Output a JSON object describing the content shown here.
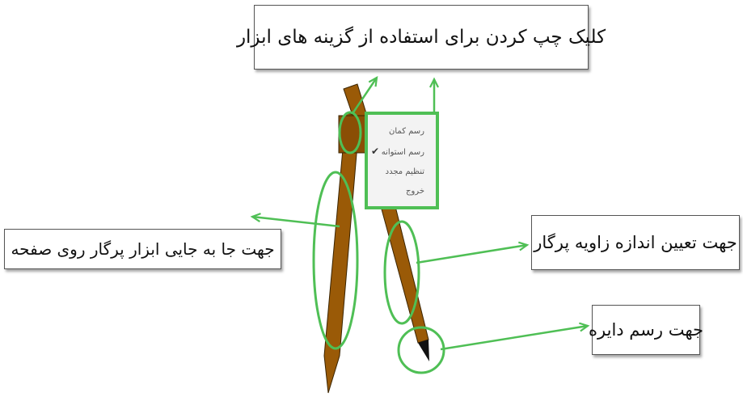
{
  "callouts": {
    "top": "کلیک چپ کردن برای  استفاده از گزینه های ابزار",
    "left": "جهت جا به جایی ابزار پرگار روی صفحه",
    "right": "جهت تعیین اندازه زاویه  پرگار",
    "bottom": "جهت رسم دایره"
  },
  "context_menu": {
    "items": [
      "رسم کمان",
      "رسم استوانه",
      "تنظیم مجدد",
      "خروج"
    ],
    "checked_index": 1,
    "check_glyph": "✔"
  },
  "colors": {
    "highlight_green": "#4fbf55",
    "wood_brown": "#9a5a07",
    "outline": "#3a2400",
    "tip": "#111111"
  },
  "icons": [
    "compass-tool",
    "arrow-icon",
    "check-icon"
  ]
}
